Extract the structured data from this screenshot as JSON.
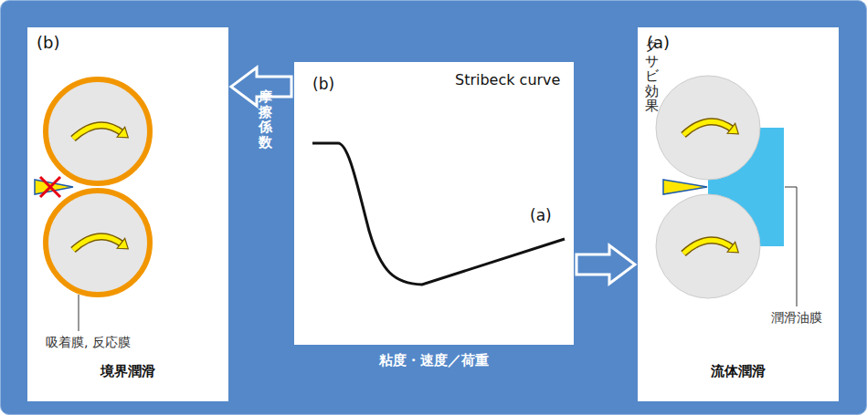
{
  "diagram": {
    "nodes": [
      {
        "text": [
          "(b)",
          "境界潤滑"
        ]
      },
      {
        "text": [
          "Stribeck curve"
        ]
      },
      {
        "text": [
          "(a)",
          "流体潤滑"
        ]
      }
    ],
    "edges": [
      {
        "from": 1,
        "to": 0,
        "arrow": "to"
      },
      {
        "from": 1,
        "to": 2,
        "arrow": "to"
      }
    ],
    "labels": [
      "(b)",
      "(a)",
      "摩擦係数",
      "粘度・速度／荷重",
      "吸着膜, 反応膜",
      "クサビ効果",
      "潤滑油膜"
    ]
  }
}
